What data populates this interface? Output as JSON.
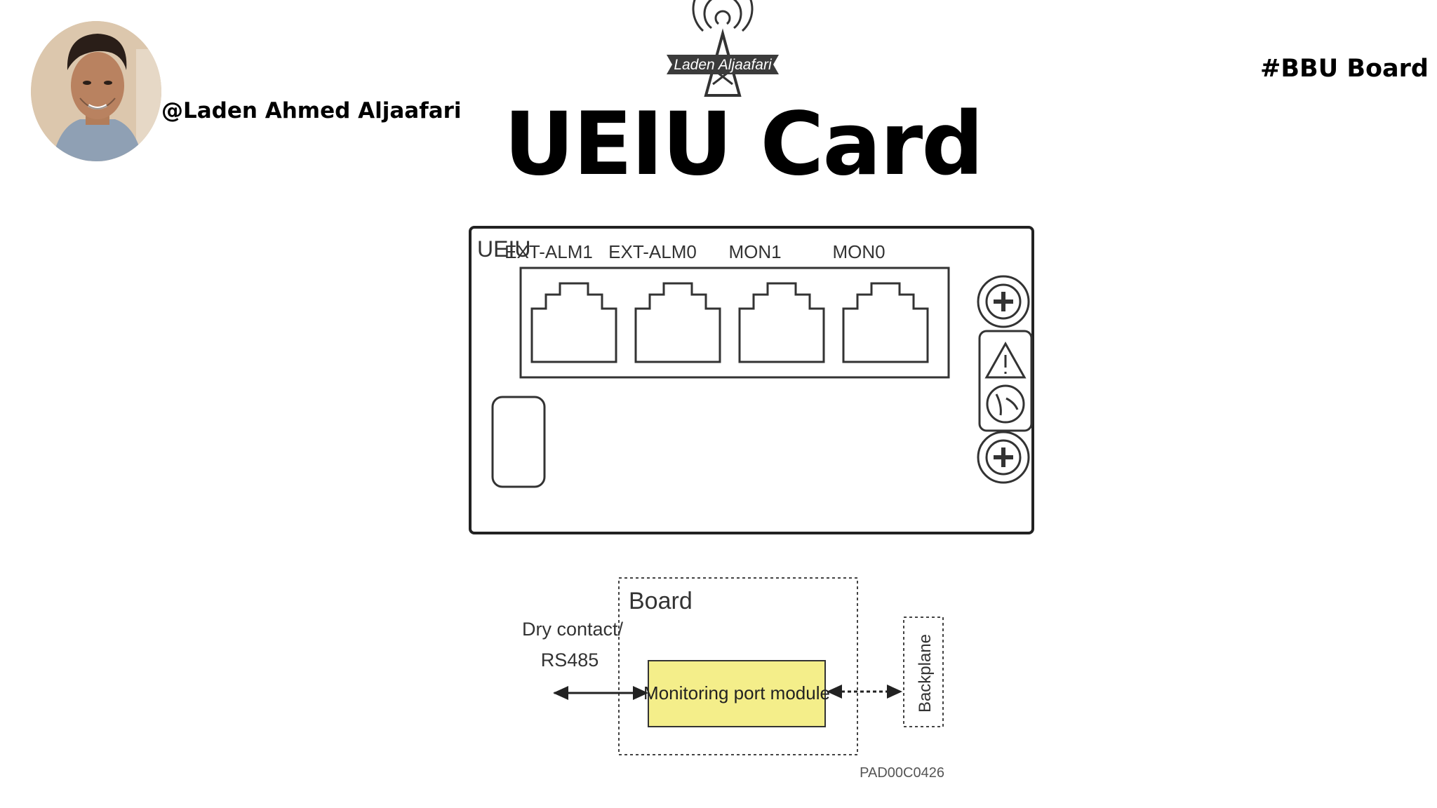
{
  "header": {
    "author_handle": "@Laden Ahmed Aljaafari",
    "logo_text": "Laden Aljaafari",
    "hashtag": "#BBU Board",
    "title": "UEIU Card"
  },
  "panel": {
    "board_label": "UEIU",
    "ports": [
      {
        "label": "EXT-ALM1"
      },
      {
        "label": "EXT-ALM0"
      },
      {
        "label": "MON1"
      },
      {
        "label": "MON0"
      }
    ]
  },
  "block_diagram": {
    "board_label": "Board",
    "left_label_line1": "Dry contact/",
    "left_label_line2": "RS485",
    "module_label": "Monitoring port module",
    "backplane_label": "Backplane",
    "figure_code": "PAD00C0426",
    "module_color": "#f4ee8a"
  }
}
